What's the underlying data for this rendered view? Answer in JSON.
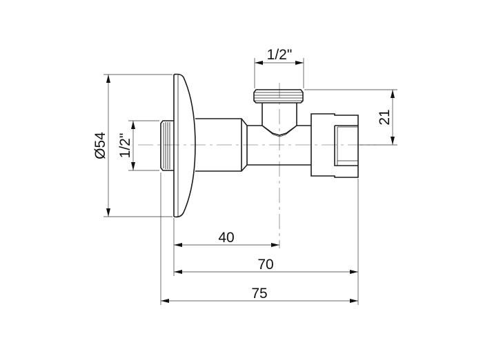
{
  "drawing": {
    "dimensions": {
      "flange_diameter": "Ø54",
      "inlet_thread": "1/2\"",
      "outlet_thread": "1/2\"",
      "outlet_height": "21",
      "to_outlet_axis": "40",
      "to_nut_end": "70",
      "overall_length": "75"
    }
  }
}
